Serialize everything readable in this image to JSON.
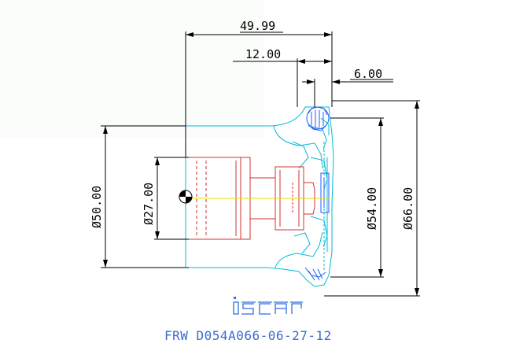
{
  "dimensions": {
    "overall_length": "49.99",
    "length_12": "12.00",
    "length_6": "6.00",
    "dia_50": "Ø50.00",
    "dia_27": "Ø27.00",
    "dia_54": "Ø54.00",
    "dia_66": "Ø66.00"
  },
  "logo": {
    "text": "iscar"
  },
  "part_number": "FRW D054A066-06-27-12",
  "colors": {
    "dimension": "#000000",
    "body_outline": "#00bcd4",
    "adapter": "#d03030",
    "centerline": "#e8e000",
    "insert": "#1a5cff",
    "logo": "#2f6ee0",
    "part_text": "#3c6ad0"
  }
}
